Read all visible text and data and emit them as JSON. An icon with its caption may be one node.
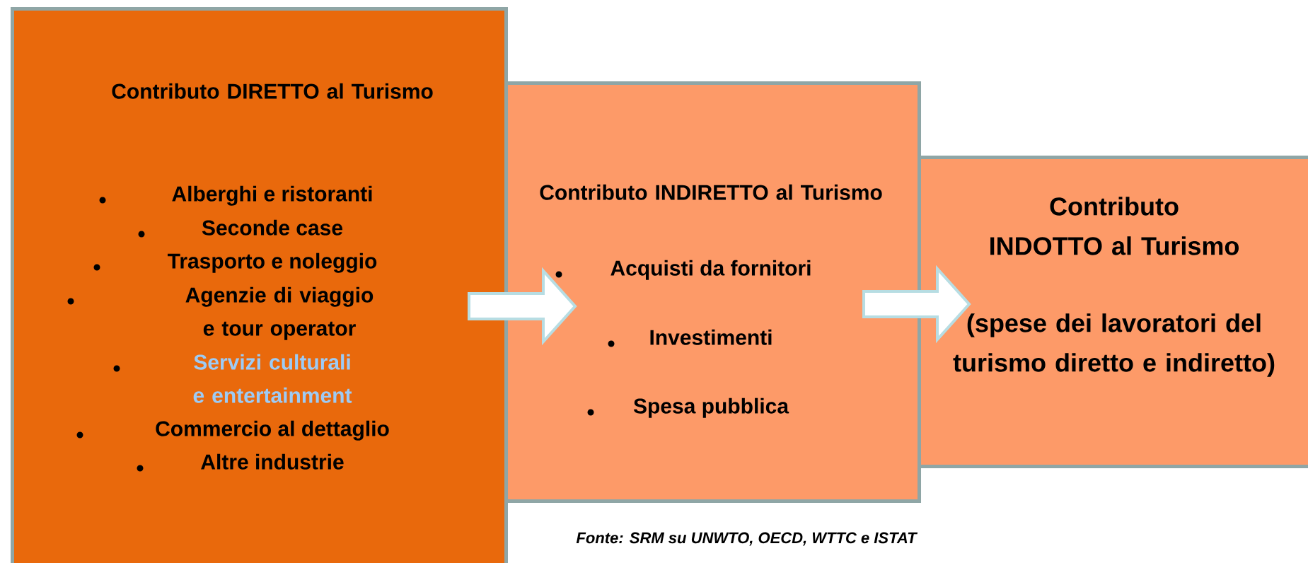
{
  "diagram": {
    "nodes": [
      {
        "text": [
          "Contributo DIRETTO al Turismo",
          "Alberghi e ristoranti",
          "Seconde case",
          "Trasporto e noleggio",
          "Agenzie di viaggio e tour operator",
          "Servizi culturali e entertainment",
          "Commercio al dettaglio",
          "Altre industrie"
        ]
      },
      {
        "text": [
          "Contributo INDIRETTO al Turismo",
          "Acquisti da fornitori",
          "Investimenti",
          "Spesa pubblica"
        ]
      },
      {
        "text": [
          "Contributo INDOTTO al Turismo",
          "(spese dei lavoratori del turismo diretto e indiretto)"
        ]
      }
    ],
    "edges": [
      {
        "from": 0,
        "to": 1,
        "arrow": "to"
      },
      {
        "from": 1,
        "to": 2,
        "arrow": "to"
      }
    ],
    "labels": [
      "Fonte: SRM su UNWTO, OECD, WTTC e ISTAT"
    ]
  }
}
